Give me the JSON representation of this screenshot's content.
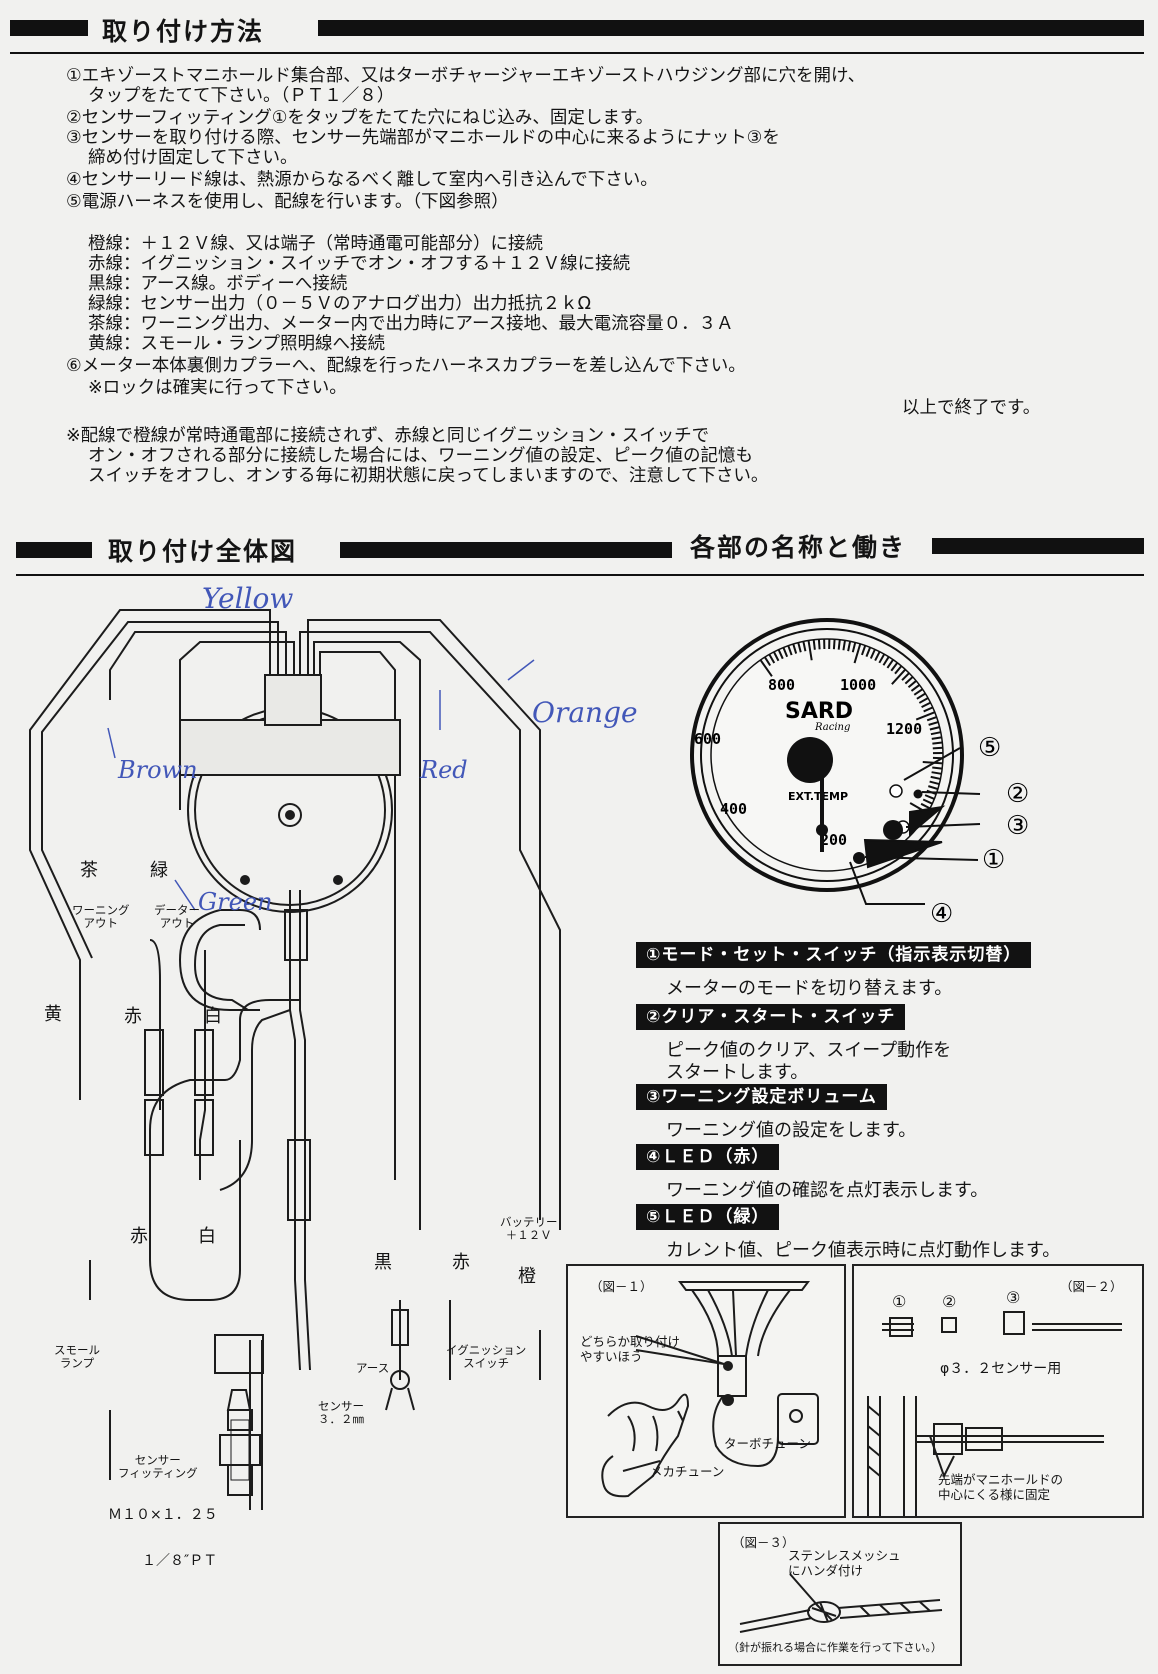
{
  "header1": {
    "title": "取り付け方法"
  },
  "steps": [
    "①エキゾーストマニホールド集合部、又はターボチャージャーエキゾーストハウジング部に穴を開け、",
    "タップをたてて下さい。（ＰＴ１／８）",
    "②センサーフィッティング①をタップをたてた穴にねじ込み、固定します。",
    "③センサーを取り付ける際、センサー先端部がマニホールドの中心に来るようにナット③を",
    "締め付け固定して下さい。",
    "④センサーリード線は、熱源からなるべく離して室内へ引き込んで下さい。",
    "⑤電源ハーネスを使用し、配線を行います。（下図参照）"
  ],
  "wires": [
    "橙線：＋１２Ｖ線、又は端子（常時通電可能部分）に接続",
    "赤線：イグニッション・スイッチでオン・オフする＋１２Ｖ線に接続",
    "黒線：アース線。ボディーへ接続",
    "緑線：センサー出力（０－５Ｖのアナログ出力）出力抵抗２ｋΩ",
    "茶線：ワーニング出力、メーター内で出力時にアース接地、最大電流容量０．３Ａ",
    "黄線：スモール・ランプ照明線へ接続"
  ],
  "step6": "⑥メーター本体裏側カプラーへ、配線を行ったハーネスカプラーを差し込んで下さい。",
  "step6_note": "※ロックは確実に行って下さい。",
  "end": "以上で終了です。",
  "caution": [
    "※配線で橙線が常時通電部に接続されず、赤線と同じイグニッション・スイッチで",
    "オン・オフされる部分に接続した場合には、ワーニング値の設定、ピーク値の記憶も",
    "スイッチをオフし、オンする毎に初期状態に戻ってしまいますので、注意して下さい。"
  ],
  "header2": {
    "title": "取り付け全体図"
  },
  "header3": {
    "title": "各部の名称と働き"
  },
  "diagram": {
    "hand_yellow": "Yellow",
    "hand_orange": "Orange",
    "hand_brown": "Brown",
    "hand_red": "Red",
    "hand_green": "Green",
    "cha": "茶",
    "midori": "緑",
    "warning_out": [
      "ワーニング",
      "アウト"
    ],
    "data_out": [
      "データー",
      "アウト"
    ],
    "ki": "黄",
    "aka1": "赤",
    "shiro1": "白",
    "aka2": "赤",
    "shiro2": "白",
    "kuro": "黒",
    "aka3": "赤",
    "dai": "橙",
    "battery": [
      "バッテリー",
      "＋１２Ｖ"
    ],
    "small_lamp": [
      "スモール",
      "ランプ"
    ],
    "earth": "アース",
    "ignition": [
      "イグニッション",
      "スイッチ"
    ],
    "sensor": [
      "センサー",
      "３．２㎜"
    ],
    "fitting": [
      "センサー",
      "フィッティング"
    ],
    "m10": "Ｍ１０×１．２５",
    "pt": "１／８″ＰＴ"
  },
  "gauge": {
    "ticks": [
      "200",
      "400",
      "600",
      "800",
      "1000",
      "1200"
    ],
    "brand": "SARD",
    "brand_sub": "Racing",
    "label": "EXT.TEMP",
    "callouts": [
      "①",
      "②",
      "③",
      "④",
      "⑤"
    ]
  },
  "parts": [
    {
      "title": "①モード・セット・スイッチ（指示表示切替）",
      "desc": "メーターのモードを切り替えます。"
    },
    {
      "title": "②クリア・スタート・スイッチ",
      "desc": "ピーク値のクリア、スイープ動作を",
      "desc2": "スタートします。"
    },
    {
      "title": "③ワーニング設定ボリューム",
      "desc": "ワーニング値の設定をします。"
    },
    {
      "title": "④ＬＥＤ（赤）",
      "desc": "ワーニング値の確認を点灯表示します。"
    },
    {
      "title": "⑤ＬＥＤ（緑）",
      "desc": "カレント値、ピーク値表示時に点灯動作します。"
    }
  ],
  "fig1": {
    "label": "（図－１）",
    "note": [
      "どちらか取り付け",
      "やすいほう"
    ],
    "turbo": "ターボチューン",
    "mecha": "メカチューン"
  },
  "fig2": {
    "label": "（図－２）",
    "nums": [
      "①",
      "②",
      "③"
    ],
    "sensor": "φ３．２センサー用",
    "note": [
      "先端がマニホールドの",
      "中心にくる様に固定"
    ]
  },
  "fig3": {
    "label": "（図－３）",
    "note": [
      "ステンレスメッシュ",
      "にハンダ付け"
    ],
    "footer": "（針が振れる場合に作業を行って下さい。）"
  }
}
